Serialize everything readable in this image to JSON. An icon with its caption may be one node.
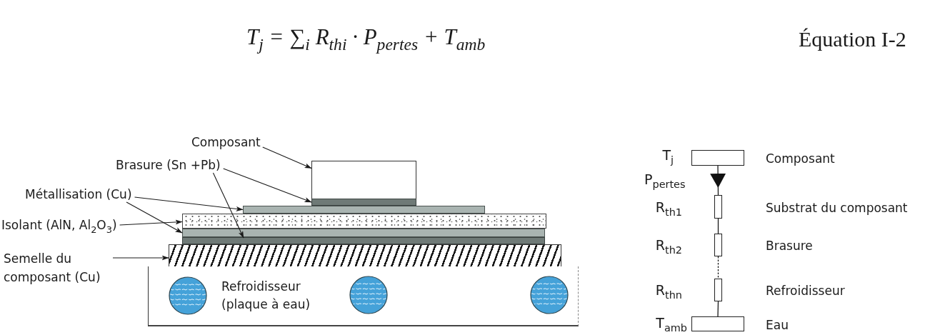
{
  "diagram": {
    "nodes": [
      {
        "text": [
          "Composant"
        ]
      },
      {
        "text": [
          "Brasure (Sn +Pb)"
        ]
      },
      {
        "text": [
          "Métallisation (Cu)"
        ]
      },
      {
        "text": [
          "Isolant (AlN, Al$_{2}$O$_{3}$)"
        ]
      },
      {
        "text": [
          "Semelle du composant (Cu)"
        ]
      },
      {
        "text": [],
        "shape": "box"
      },
      {
        "text": [],
        "shape": "bar"
      },
      {
        "text": [],
        "shape": "bar"
      },
      {
        "text": [],
        "shape": "bar"
      },
      {
        "text": [],
        "shape": "bar"
      },
      {
        "text": [],
        "shape": "bar"
      },
      {
        "text": [],
        "shape": "bar"
      },
      {
        "text": [
          "Refroidisseur (plaque à eau)"
        ]
      },
      {
        "text": [
          "T$_{j}$"
        ],
        "beside": [
          "Composant"
        ]
      },
      {
        "text": [
          "R$_{th1}$"
        ],
        "beside": [
          "Substrat du composant"
        ]
      },
      {
        "text": [
          "R$_{th2}$"
        ],
        "beside": [
          "Brasure"
        ]
      },
      {
        "text": [
          "R$_{thn}$"
        ],
        "beside": [
          "Refroidisseur"
        ]
      },
      {
        "text": [
          "T$_{amb}$"
        ],
        "beside": [
          "Eau"
        ]
      }
    ],
    "edges": [
      {
        "from": 0,
        "to": 5,
        "arrow": "to"
      },
      {
        "from": 1,
        "to": 6,
        "arrow": "to"
      },
      {
        "from": 1,
        "to": 10,
        "arrow": "to"
      },
      {
        "from": 2,
        "to": 7,
        "arrow": "to"
      },
      {
        "from": 2,
        "to": 9,
        "arrow": "to"
      },
      {
        "from": 3,
        "to": 8,
        "arrow": "to"
      },
      {
        "from": 4,
        "to": 11,
        "arrow": "to"
      },
      {
        "from": 13,
        "to": 14,
        "arrow": "to",
        "label": "P$_{pertes}$"
      },
      {
        "from": 14,
        "to": 15,
        "arrow": "none"
      },
      {
        "from": 15,
        "to": 16,
        "arrow": "none",
        "style": "dashed"
      },
      {
        "from": 16,
        "to": 17,
        "arrow": "none"
      }
    ],
    "labels": [
      "T$_{j}$ = ∑$_{i}$ R$_{thi}$ · P$_{pertes}$ + T$_{amb}$",
      "Équation I-2"
    ]
  }
}
